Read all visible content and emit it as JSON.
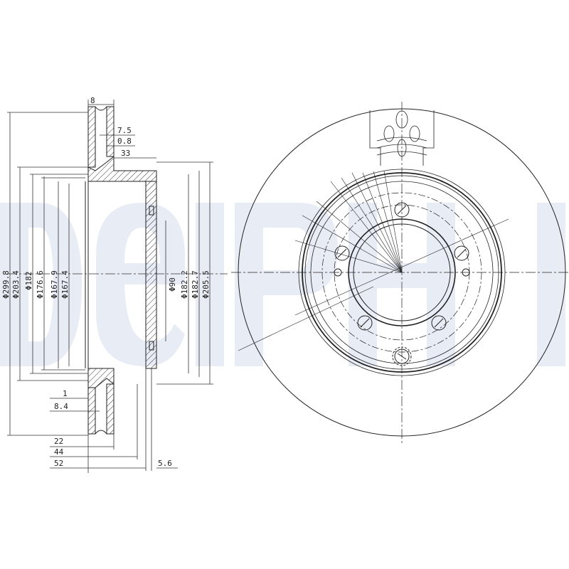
{
  "watermark": {
    "text": "Delphi",
    "color": "#e8ecf5"
  },
  "drawing": {
    "line_color": "#222222",
    "cross_section": {
      "top_dims": {
        "thickness_total": "8",
        "vent_gap": "7.5",
        "offset_small": "0.8",
        "hat_offset": "33"
      },
      "vertical_dims": [
        {
          "id": "d1",
          "label": "Φ299.8"
        },
        {
          "id": "d2",
          "label": "Φ203.4"
        },
        {
          "id": "d3",
          "label": "Φ182"
        },
        {
          "id": "d4",
          "label": "Φ176.6"
        },
        {
          "id": "d5",
          "label": "Φ167.9"
        },
        {
          "id": "d6",
          "label": "Φ167.4"
        },
        {
          "id": "d7",
          "label": "Φ90"
        },
        {
          "id": "d8",
          "label": "Φ182.2"
        },
        {
          "id": "d9",
          "label": "Φ182.7"
        },
        {
          "id": "d10",
          "label": "Φ205.5"
        }
      ],
      "bottom_dims": {
        "one": "1",
        "eight_four": "8.4",
        "twenty_two": "22",
        "forty_four": "44",
        "fifty_two": "52",
        "five_six": "5.6"
      }
    },
    "front_view": {
      "bolt_holes": 5,
      "small_holes": 2
    }
  }
}
